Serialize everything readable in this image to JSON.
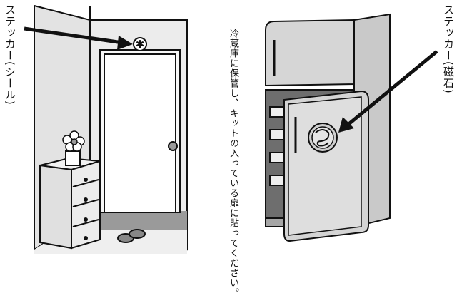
{
  "labels": {
    "left_sticker": "ステッカー(シール)",
    "right_sticker": "ステッカー(磁石)",
    "instruction": "冷蔵庫に保管し、キットの入っている扉に貼ってください。"
  },
  "colors": {
    "line": "#111111",
    "wall_light": "#e6e6e6",
    "wall_mid": "#cfcfcf",
    "fridge_body": "#d2d2d2",
    "fridge_dark": "#8a8a8a",
    "floor": "#9a9a9a",
    "sticker": "#d9d9d9"
  },
  "icons": {
    "left_sticker_mark": "asterisk-flower-icon",
    "right_sticker_mark": "swirl-logo-icon"
  }
}
